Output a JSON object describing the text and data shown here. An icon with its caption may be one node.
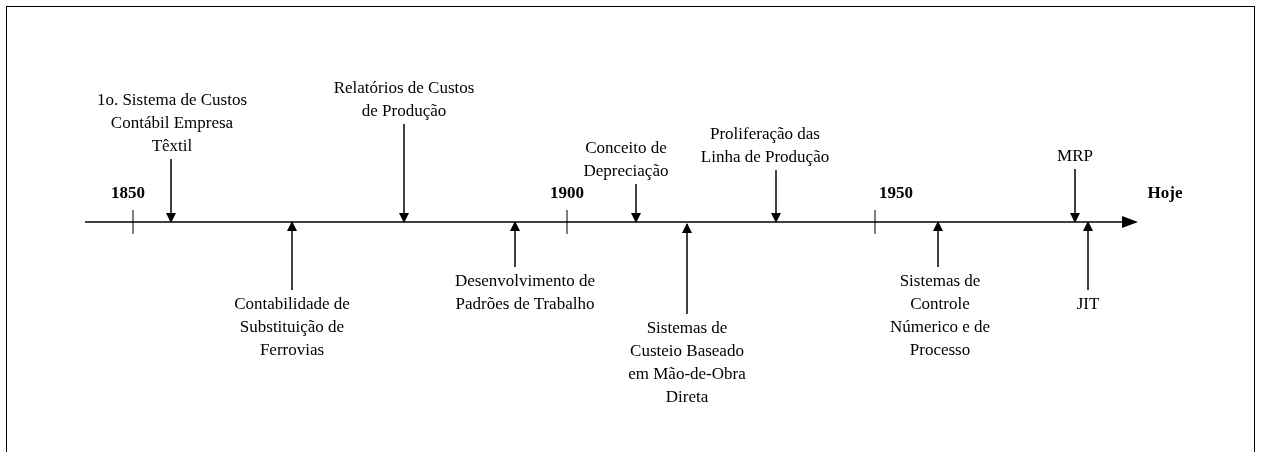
{
  "diagram": {
    "nodes": [
      {
        "text": [
          "1o. Sistema de Custos Contábil Empresa Têxtil"
        ]
      },
      {
        "text": [
          "Relatórios de Custos de Produção"
        ]
      },
      {
        "text": [
          "Conceito de Depreciação"
        ]
      },
      {
        "text": [
          "Proliferação das Linha de Produção"
        ]
      },
      {
        "text": [
          "MRP"
        ]
      },
      {
        "text": [
          "Contabilidade de Substituição de Ferrovias"
        ]
      },
      {
        "text": [
          "Desenvolvimento de Padrões de Trabalho"
        ]
      },
      {
        "text": [
          "Sistemas de Custeio Baseado em Mão-de-Obra Direta"
        ]
      },
      {
        "text": [
          "Sistemas de Controle Númerico e de Processo"
        ]
      },
      {
        "text": [
          "JIT"
        ]
      }
    ],
    "edges": [
      {
        "from": 0,
        "to": null,
        "arrow": "to"
      },
      {
        "from": 1,
        "to": null,
        "arrow": "to"
      },
      {
        "from": 2,
        "to": null,
        "arrow": "to"
      },
      {
        "from": 3,
        "to": null,
        "arrow": "to"
      },
      {
        "from": 4,
        "to": null,
        "arrow": "to"
      },
      {
        "from": 5,
        "to": null,
        "arrow": "to"
      },
      {
        "from": 6,
        "to": null,
        "arrow": "to"
      },
      {
        "from": 7,
        "to": null,
        "arrow": "to"
      },
      {
        "from": 8,
        "to": null,
        "arrow": "to"
      },
      {
        "from": 9,
        "to": null,
        "arrow": "to"
      }
    ],
    "labels": [
      "1850",
      "1900",
      "1950",
      "Hoje"
    ]
  }
}
